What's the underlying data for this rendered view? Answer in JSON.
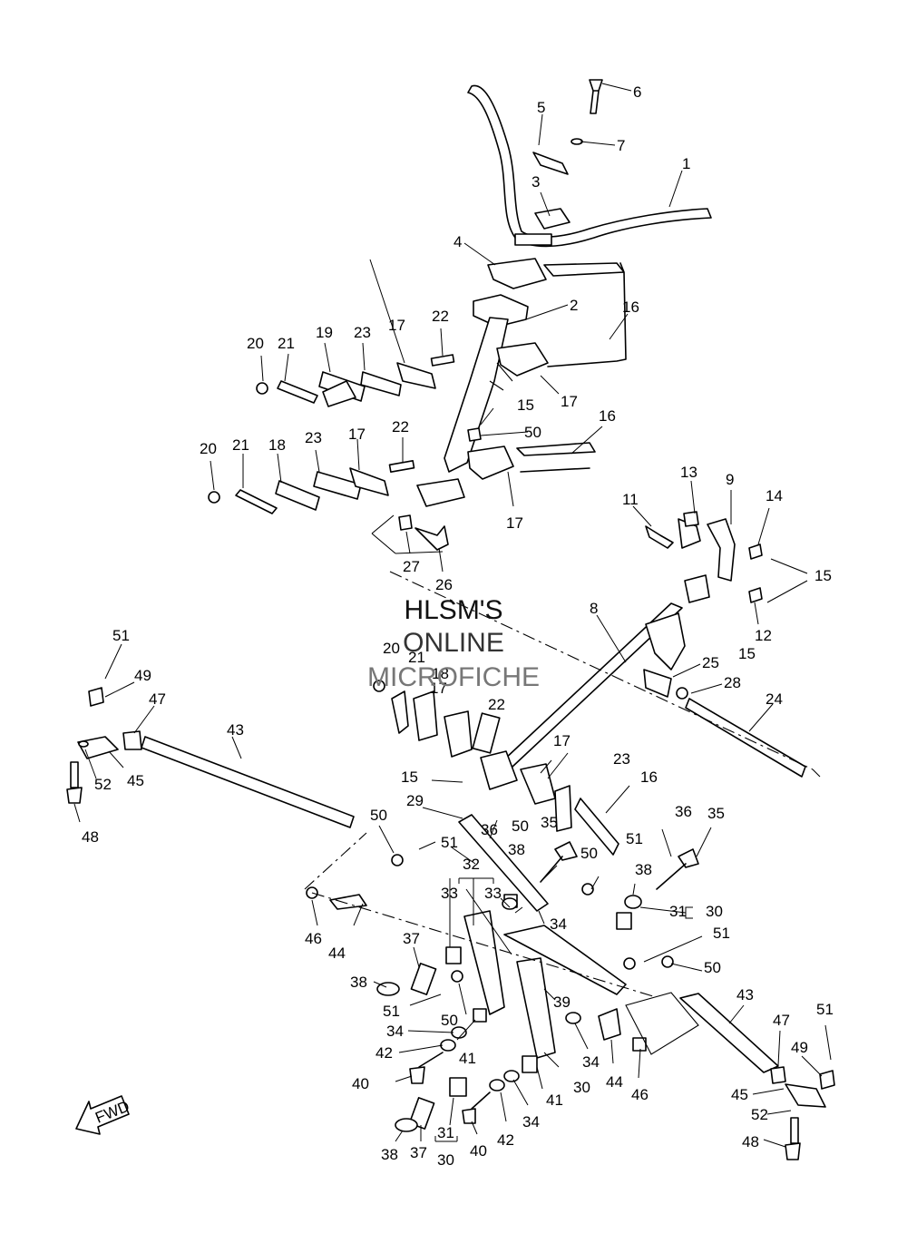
{
  "watermark": {
    "line1": "HLSM'S",
    "line2": "ONLINE",
    "line3": "MICROFICHE",
    "color1": "#111111",
    "color2": "#333333",
    "color3": "#777777"
  },
  "fwd_label": "FWD",
  "callouts": [
    "1",
    "2",
    "3",
    "4",
    "5",
    "6",
    "7",
    "8",
    "9",
    "11",
    "12",
    "13",
    "14",
    "15",
    "16",
    "17",
    "18",
    "19",
    "20",
    "21",
    "22",
    "23",
    "24",
    "25",
    "26",
    "27",
    "28",
    "29",
    "30",
    "31",
    "32",
    "33",
    "34",
    "35",
    "36",
    "37",
    "38",
    "39",
    "40",
    "41",
    "42",
    "43",
    "44",
    "45",
    "46",
    "47",
    "48",
    "49",
    "50",
    "51",
    "52"
  ]
}
